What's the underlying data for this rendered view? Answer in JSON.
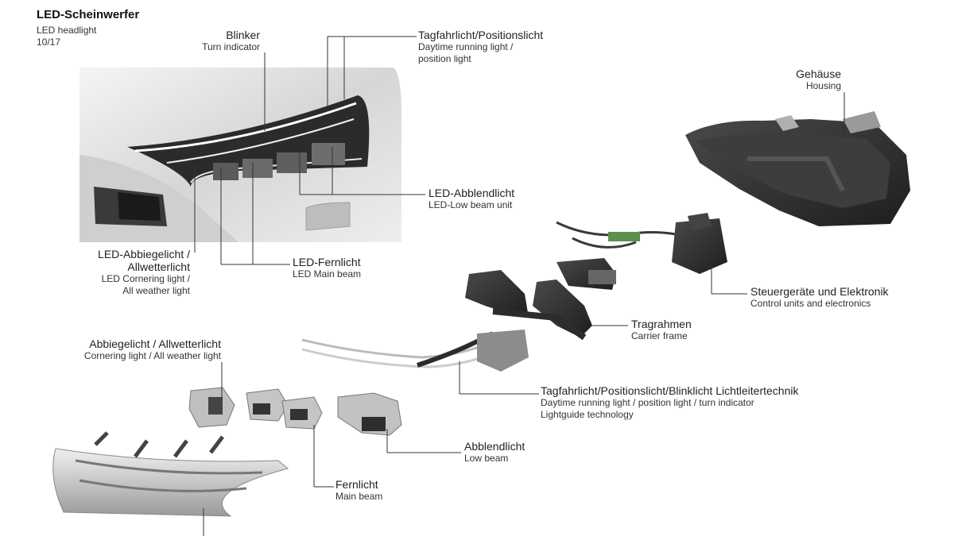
{
  "header": {
    "title": "LED-Scheinwerfer",
    "subtitle": "LED headlight",
    "date": "10/17"
  },
  "labels": {
    "blinker": {
      "de": "Blinker",
      "en": "Turn indicator"
    },
    "tagfahrlicht": {
      "de": "Tagfahrlicht/Positionslicht",
      "en1": "Daytime running light /",
      "en2": "position light"
    },
    "gehaeuse": {
      "de": "Gehäuse",
      "en": "Housing"
    },
    "abblendlicht_led": {
      "de": "LED-Abblendlicht",
      "en": "LED-Low beam unit"
    },
    "abbiegelicht_led": {
      "de1": "LED-Abbiegelicht /",
      "de2": "Allwetterlicht",
      "en1": "LED Cornering light /",
      "en2": "All weather light"
    },
    "fernlicht_led": {
      "de": "LED-Fernlicht",
      "en": "LED Main beam"
    },
    "steuergeraete": {
      "de": "Steuergeräte und Elektronik",
      "en": "Control units and electronics"
    },
    "tragrahmen": {
      "de": "Tragrahmen",
      "en": "Carrier frame"
    },
    "abbiegelicht": {
      "de": "Abbiegelicht / Allwetterlicht",
      "en": "Cornering light / All weather light"
    },
    "lichtleiter": {
      "de": "Tagfahrlicht/Positionslicht/Blinklicht Lichtleitertechnik",
      "en1": "Daytime running light / position light / turn indicator",
      "en2": "Lightguide technology"
    },
    "abblendlicht": {
      "de": "Abblendlicht",
      "en": "Low beam"
    },
    "fernlicht": {
      "de": "Fernlicht",
      "en": "Main beam"
    }
  },
  "colors": {
    "leader_line": "#333333",
    "car_body": "#d9d9d9",
    "part_dark": "#2e2e2e",
    "part_light": "#c8c8c8"
  }
}
